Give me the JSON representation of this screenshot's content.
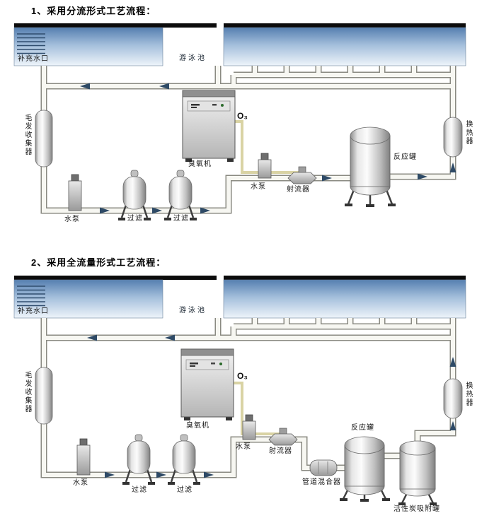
{
  "colors": {
    "pool_top": "#557fb0",
    "pool_mid": "#a3bedb",
    "pool_bottom": "#eef4fa",
    "pipe_outline": "#8a8a82",
    "pipe_fill": "#f7f7f2",
    "ozone_line": "#d9d3a4",
    "arrow": "#2e4a66"
  },
  "diagram1": {
    "title": "1、采用分流形式工艺流程：",
    "labels": {
      "makeup_inlet": "补充水口",
      "swimming_pool": "游泳池",
      "hair_collector": "毛发收集器",
      "ozone_generator": "臭氧机",
      "ozone_gas": "O₃",
      "pump_mid": "水泵",
      "ejector": "射流器",
      "reaction_tank": "反应罐",
      "heat_exchanger": "换热器",
      "pump_main": "水泵",
      "filter_1": "过滤",
      "filter_2": "过滤"
    }
  },
  "diagram2": {
    "title": "2、采用全流量形式工艺流程：",
    "labels": {
      "makeup_inlet": "补充水口",
      "swimming_pool": "游泳池",
      "hair_collector": "毛发收集器",
      "ozone_generator": "臭氧机",
      "ozone_gas": "O₃",
      "pump_mid": "水泵",
      "ejector": "射流器",
      "pipeline_mixer": "管道混合器",
      "reaction_tank": "反应罐",
      "carbon_tank": "活性炭吸附罐",
      "heat_exchanger": "换热器",
      "pump_main": "水泵",
      "filter_1": "过滤",
      "filter_2": "过滤"
    }
  }
}
